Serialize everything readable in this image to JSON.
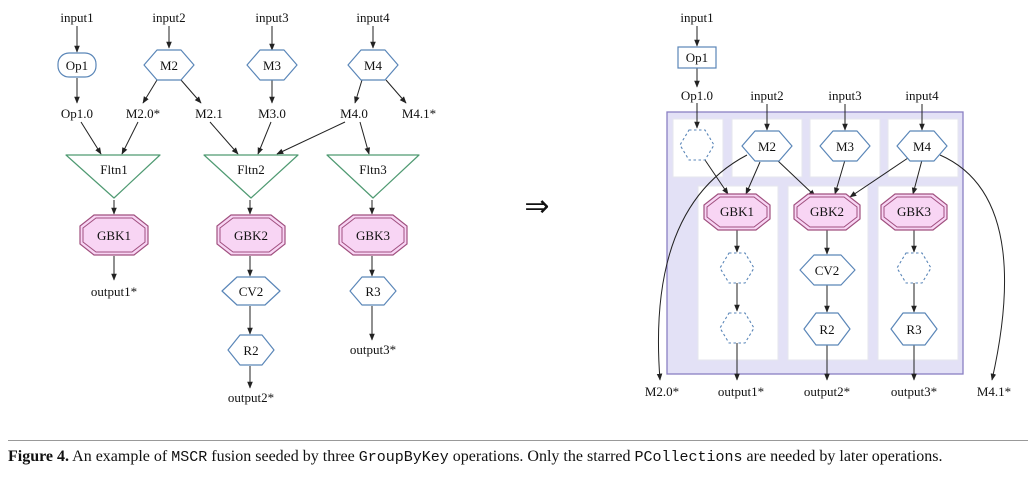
{
  "left": {
    "inputs": [
      "input1",
      "input2",
      "input3",
      "input4"
    ],
    "ops": [
      "Op1",
      "M2",
      "M3",
      "M4"
    ],
    "collections": [
      "Op1.0",
      "M2.0*",
      "M2.1",
      "M3.0",
      "M4.0",
      "M4.1*"
    ],
    "flattens": [
      "Fltn1",
      "Fltn2",
      "Fltn3"
    ],
    "gbks": [
      "GBK1",
      "GBK2",
      "GBK3"
    ],
    "combiners": [
      "CV2"
    ],
    "reducers": [
      "R2",
      "R3"
    ],
    "outputs": [
      "output1*",
      "output2*",
      "output3*"
    ]
  },
  "arrow": "⇒",
  "right": {
    "inputs": [
      "input1",
      "input2",
      "input3",
      "input4"
    ],
    "ops": [
      "Op1",
      "M2",
      "M3",
      "M4"
    ],
    "collections": [
      "Op1.0"
    ],
    "gbks": [
      "GBK1",
      "GBK2",
      "GBK3"
    ],
    "combiners": [
      "CV2"
    ],
    "reducers": [
      "R2",
      "R3"
    ],
    "outputs": [
      "M2.0*",
      "output1*",
      "output2*",
      "output3*",
      "M4.1*"
    ]
  },
  "colors": {
    "op_stroke": "#5a86b8",
    "flatten_stroke": "#4f9a72",
    "gbk_stroke": "#a0507f",
    "gbk_fill": "#f8d5f4",
    "mscr_fill": "#e3e1f6",
    "mscr_stroke": "#8a7fc4"
  },
  "caption": {
    "label": "Figure 4.",
    "t1": " An example of ",
    "c1": "MSCR",
    "t2": " fusion seeded by three ",
    "c2": "GroupByKey",
    "t3": " operations. Only the starred ",
    "c3": "PCollections",
    "t4": " are needed by later operations."
  }
}
